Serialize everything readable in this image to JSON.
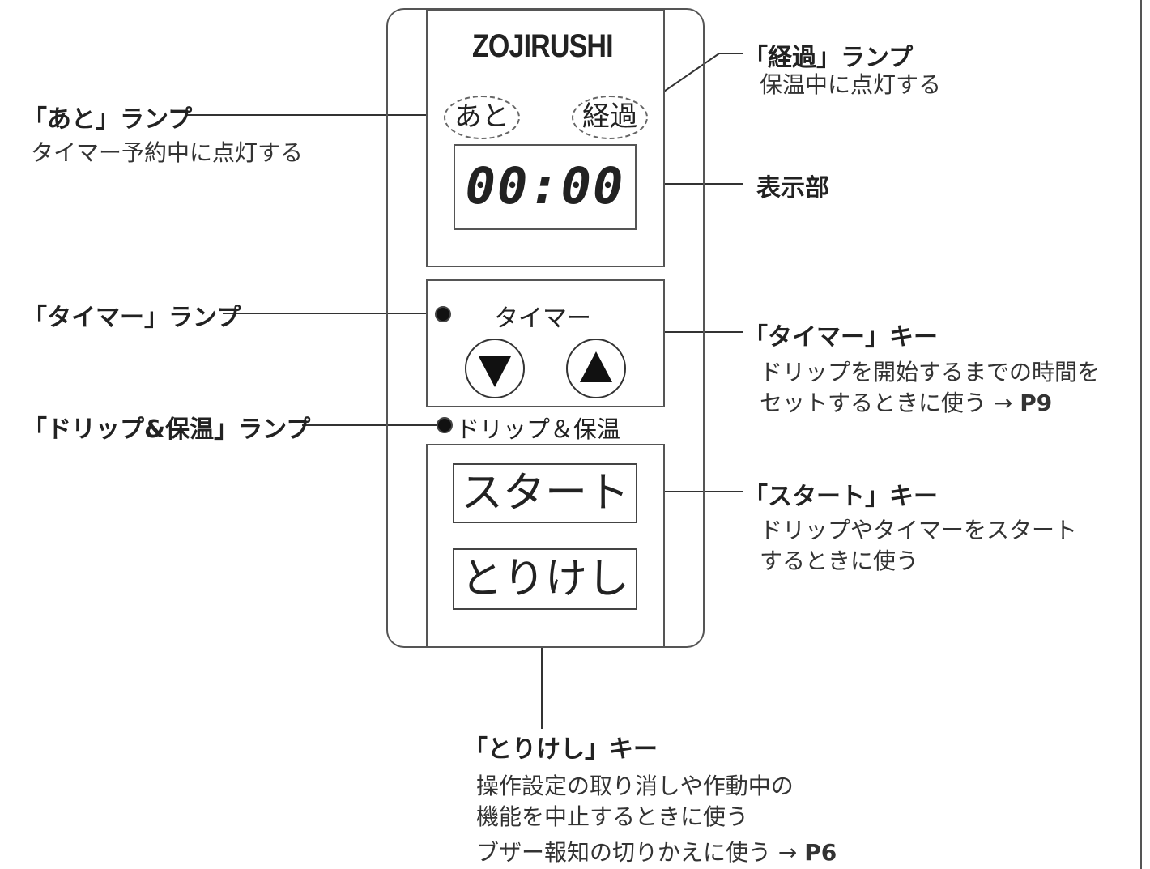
{
  "panel": {
    "brand": "ZOJIRUSHI",
    "lamp_after": "あと",
    "lamp_elapsed": "経過",
    "display_value": "00:00",
    "timer_label": "タイマー",
    "drip_label": "ドリップ＆保温",
    "start_key": "スタート",
    "cancel_key": "とりけし"
  },
  "callouts": {
    "after_lamp": {
      "title": "「あと」ランプ",
      "desc": "タイマー予約中に点灯する"
    },
    "elapsed_lamp": {
      "title": "「経過」ランプ",
      "desc": "保温中に点灯する"
    },
    "display": {
      "title": "表示部"
    },
    "timer_lamp": {
      "title": "「タイマー」ランプ"
    },
    "timer_key": {
      "title": "「タイマー」キー",
      "desc1": "ドリップを開始するまでの時間を",
      "desc2": "セットするときに使う →",
      "page": "P9"
    },
    "drip_lamp": {
      "title": "「ドリップ&保温」ランプ"
    },
    "start_key": {
      "title": "「スタート」キー",
      "desc1": "ドリップやタイマーをスタート",
      "desc2": "するときに使う"
    },
    "cancel_key": {
      "title": "「とりけし」キー",
      "desc1": "操作設定の取り消しや作動中の",
      "desc2": "機能を中止するときに使う",
      "desc3": "ブザー報知の切りかえに使う →",
      "page": "P6"
    }
  }
}
